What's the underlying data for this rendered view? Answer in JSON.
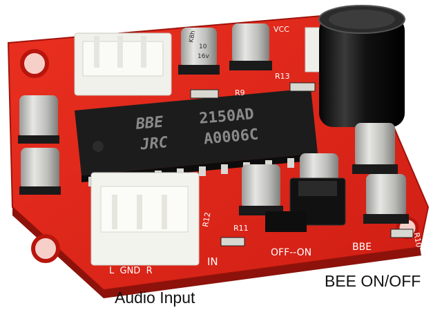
{
  "captions": {
    "audio_input": "Audio Input",
    "bbe_switch": "BEE ON/OFF"
  },
  "chip": {
    "line1_brand": "BBE",
    "line1_model": "2150AD",
    "line2_brand": "JRC",
    "line2_code": "A0006C"
  },
  "silkscreen": {
    "input_pins": "L  GND  R",
    "in_label": "IN",
    "switch_label": "OFF--ON",
    "bbe_label": "BBE",
    "r9": "R9",
    "r10": "R10",
    "r11": "R11",
    "r12": "R12",
    "r13": "R13",
    "vcc": "VCC"
  },
  "capacitor_marking": {
    "brand": "K8h",
    "value": "10",
    "voltage": "16v"
  },
  "colors": {
    "board": "#e0261a",
    "board_dark": "#b81a10",
    "chip": "#1c1c1c",
    "connector": "#f2f2ee",
    "cap_silver": "#c9c9c6",
    "electrolytic": "#141414"
  }
}
